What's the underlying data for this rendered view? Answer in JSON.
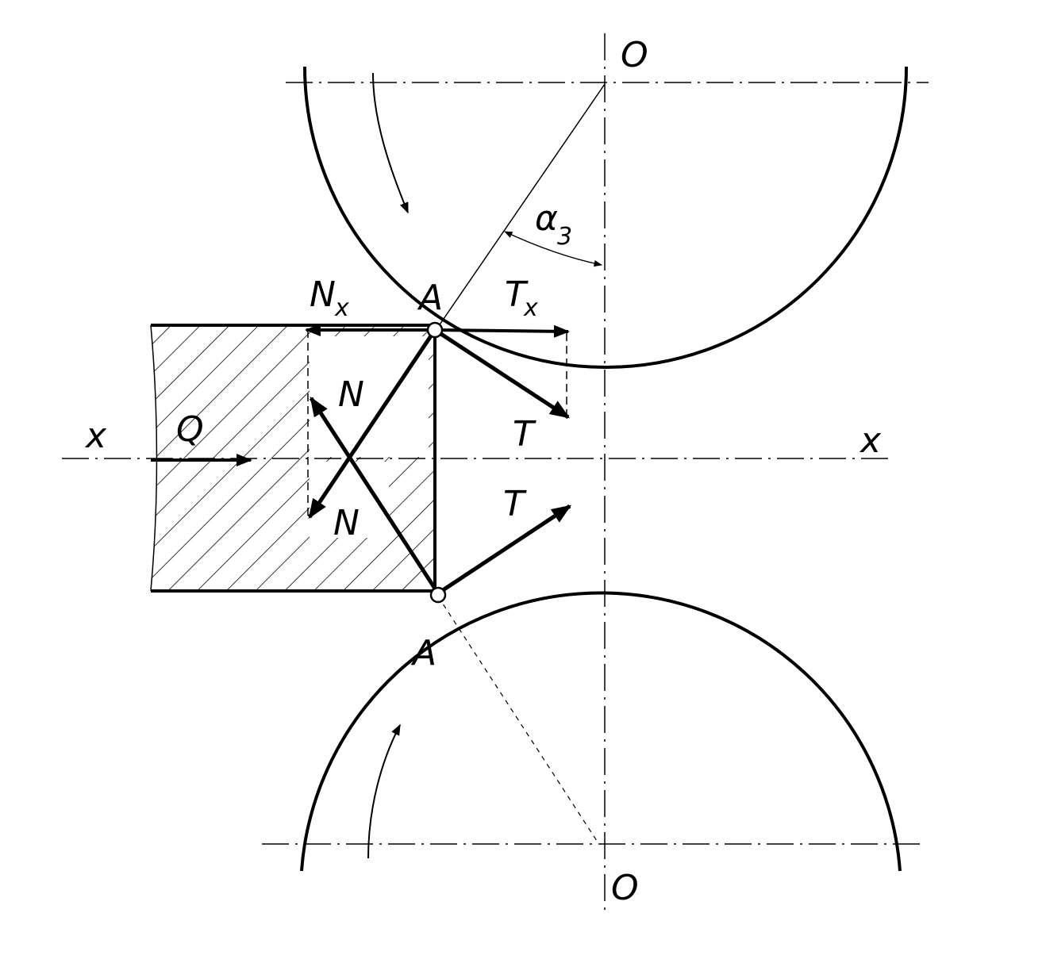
{
  "labels": {
    "O_top": "O",
    "O_bottom": "O",
    "A_top": "A",
    "A_bottom": "A",
    "alpha": "α",
    "alpha_sub": "3",
    "Nx": "N",
    "Nx_sub": "x",
    "Tx": "T",
    "Tx_sub": "x",
    "N_upper": "N",
    "N_lower": "N",
    "T_upper": "T",
    "T_lower": "T",
    "Q": "Q",
    "x_left": "x",
    "x_right": "x"
  },
  "colors": {
    "ink": "#000000",
    "paper": "#ffffff"
  }
}
